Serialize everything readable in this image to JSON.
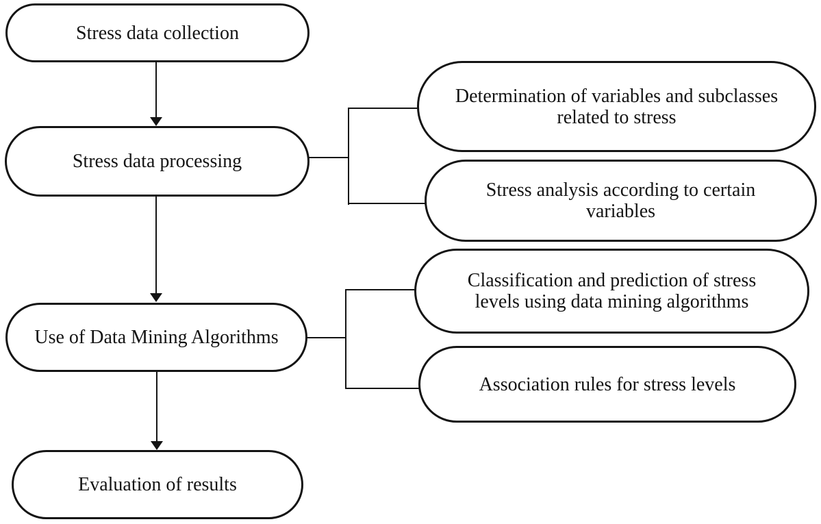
{
  "colors": {
    "stroke": "#141414",
    "text": "#141414",
    "background": "#ffffff"
  },
  "nodes": {
    "collection": {
      "lines": [
        "Stress data collection"
      ]
    },
    "processing": {
      "lines": [
        "Stress data processing"
      ]
    },
    "determination": {
      "lines": [
        "Determination of variables and subclasses",
        "related to stress"
      ]
    },
    "analysis": {
      "lines": [
        "Stress analysis according to certain",
        "variables"
      ]
    },
    "mining": {
      "lines": [
        "Use of Data Mining Algorithms"
      ]
    },
    "classification": {
      "lines": [
        "Classification and prediction of stress",
        "levels using data mining algorithms"
      ]
    },
    "association": {
      "lines": [
        "Association rules for stress levels"
      ]
    },
    "evaluation": {
      "lines": [
        "Evaluation of results"
      ]
    }
  }
}
